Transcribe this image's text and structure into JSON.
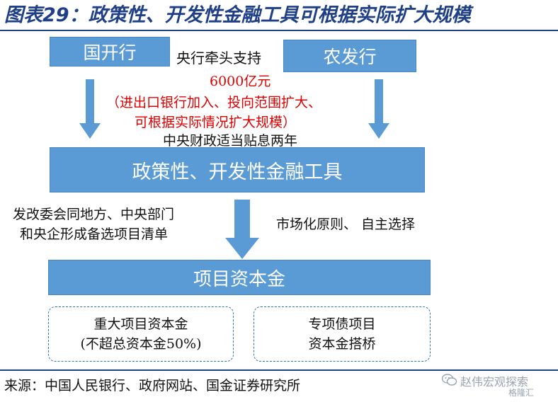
{
  "title": "图表29：政策性、开发性金融工具可根据实际扩大规模",
  "boxes": {
    "cdb": "国开行",
    "adbc": "农发行",
    "policy_tool": "政策性、开发性金融工具",
    "project_capital": "项目资本金"
  },
  "annotations": {
    "lead_support": "央行牵头支持",
    "amount": "6000亿元",
    "expansion_line1": "（进出口银行加入、投向范围扩大、",
    "expansion_line2": "可根据实际情况扩大规模）",
    "subsidy": "中央财政适当贴息两年",
    "ndrc_line1": "发改委会同地方、中央部门",
    "ndrc_line2": "和央企形成备选项目清单",
    "market_principle": "市场化原则、  自主选择"
  },
  "dashed_boxes": {
    "major_line1": "重大项目资本金",
    "major_line2": "(不超总资本金50%)",
    "special_line1": "专项债项目",
    "special_line2": "资本金搭桥"
  },
  "source": "来源：中国人民银行、政府网站、国金证券研究所",
  "watermark": {
    "line1": "赵伟宏观探索",
    "line2": "格隆汇"
  },
  "colors": {
    "box_fill": "#5b9bd5",
    "title": "#1f3f86",
    "highlight_red": "#e00000",
    "dashed_border": "#2e74b5"
  }
}
